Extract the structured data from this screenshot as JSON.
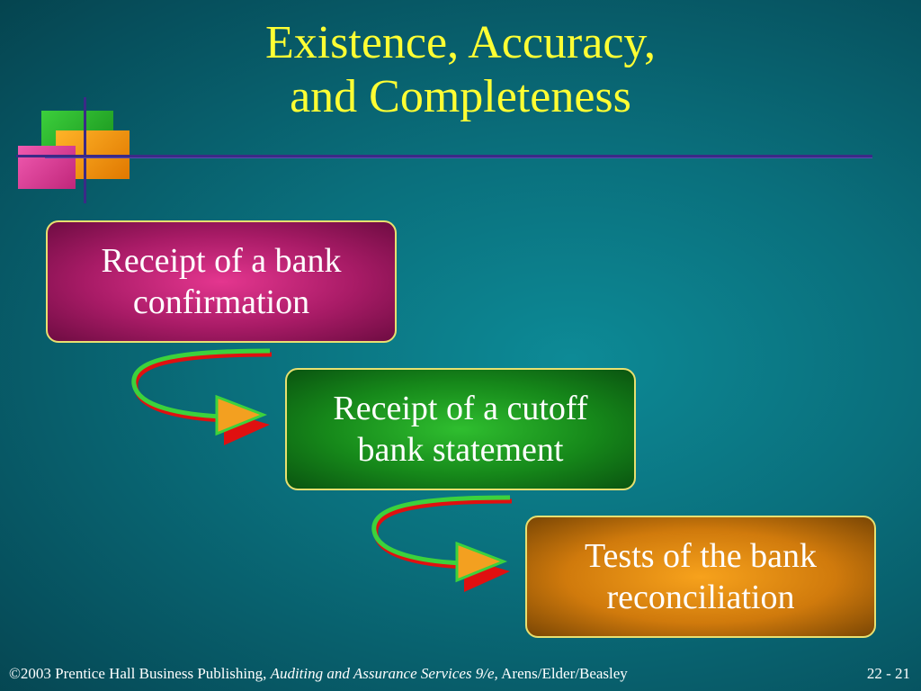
{
  "slide": {
    "title_line1": "Existence, Accuracy,",
    "title_line2": "and Completeness"
  },
  "steps": [
    {
      "line1": "Receipt of a bank",
      "line2": "confirmation",
      "color": "#c21f74"
    },
    {
      "line1": "Receipt of a cutoff",
      "line2": "bank statement",
      "color": "#1f9a24"
    },
    {
      "line1": "Tests of the bank",
      "line2": "reconciliation",
      "color": "#e08a10"
    }
  ],
  "footer": {
    "copyright": "©2003 Prentice Hall Business Publishing,",
    "book_title": "Auditing and Assurance Services 9/e,",
    "authors": "Arens/Elder/Beasley",
    "page": "22 - 21"
  },
  "colors": {
    "title": "#ffff33",
    "background": "#0a6f7c",
    "box_border": "#e8e070"
  }
}
